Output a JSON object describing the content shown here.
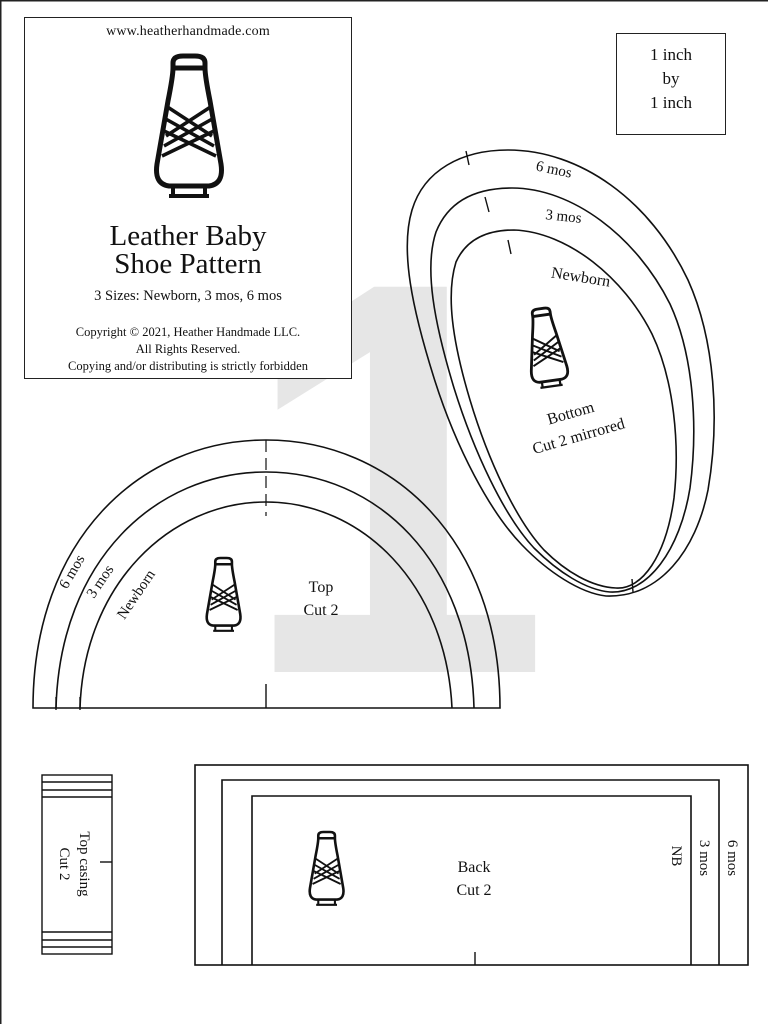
{
  "header": {
    "website": "www.heatherhandmade.com",
    "title_line1": "Leather Baby",
    "title_line2": "Shoe Pattern",
    "sizes": "3 Sizes: Newborn, 3 mos, 6 mos",
    "copyright_line1": "Copyright © 2021, Heather Handmade LLC.",
    "copyright_line2": "All Rights Reserved.",
    "copyright_line3": "Copying and/or distributing is strictly forbidden"
  },
  "scale_box": {
    "line1": "1 inch",
    "line2": "by",
    "line3": "1 inch"
  },
  "page_number": "1",
  "pieces": {
    "bottom": {
      "size_6mos": "6 mos",
      "size_3mos": "3 mos",
      "size_newborn": "Newborn",
      "name": "Bottom",
      "instruction": "Cut 2 mirrored"
    },
    "top": {
      "size_6mos": "6 mos",
      "size_3mos": "3 mos",
      "size_newborn": "Newborn",
      "name": "Top",
      "instruction": "Cut 2"
    },
    "casing": {
      "name": "Top casing",
      "instruction": "Cut 2"
    },
    "back": {
      "name": "Back",
      "instruction": "Cut 2",
      "size_newborn": "NB",
      "size_3mos": "3 mos",
      "size_6mos": "6 mos"
    }
  },
  "colors": {
    "line": "#111111",
    "watermark": "#e6e6e6"
  }
}
